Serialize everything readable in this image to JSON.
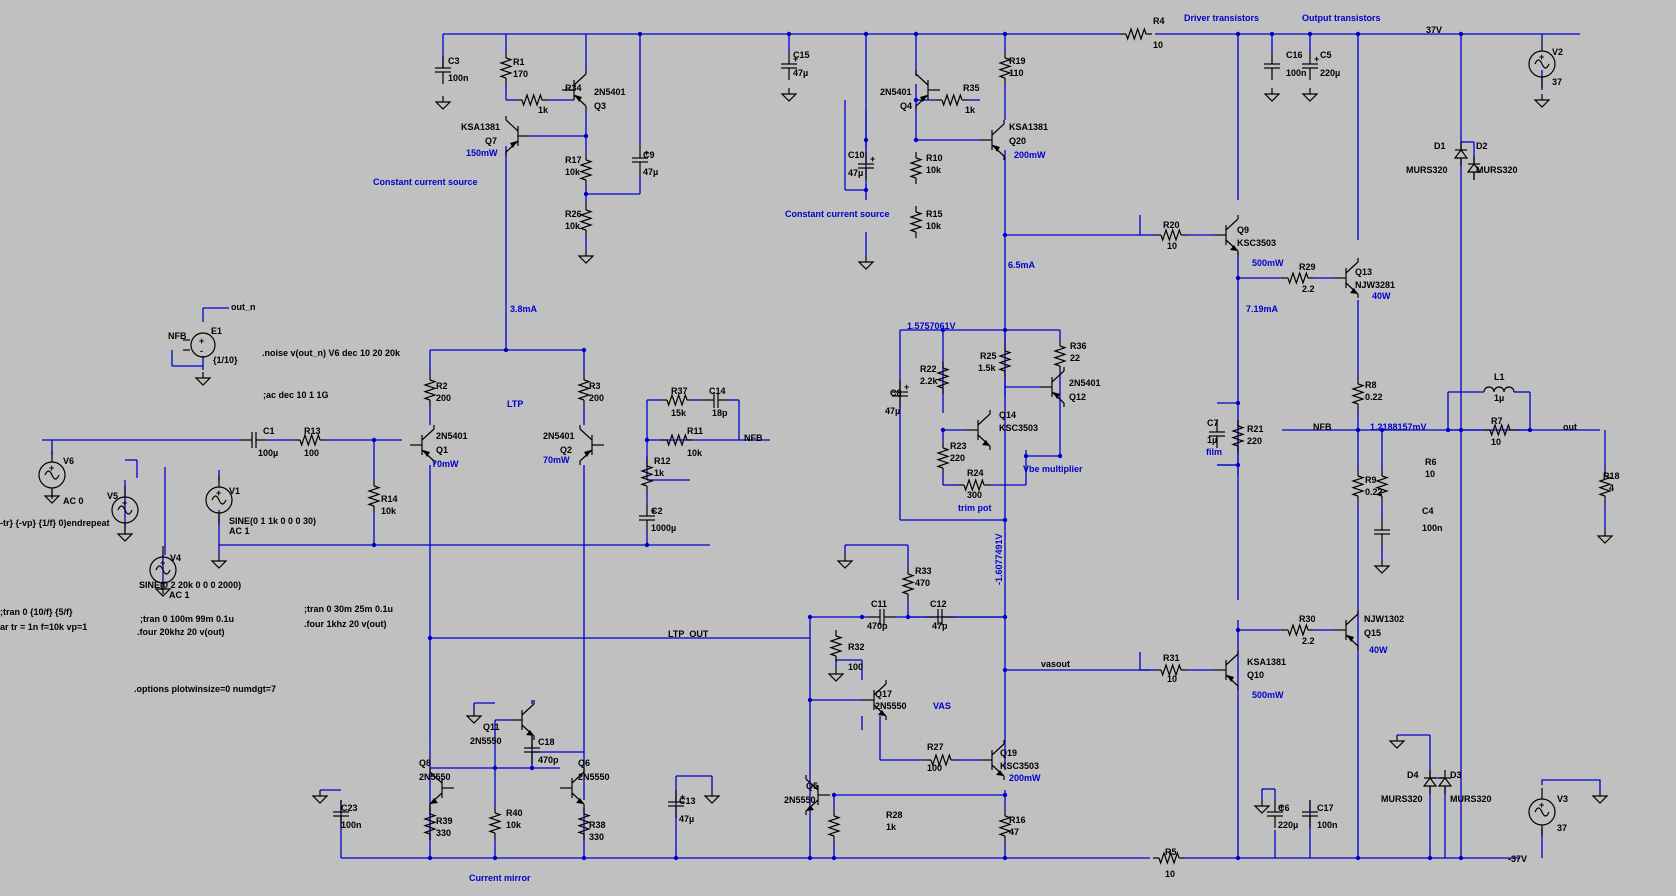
{
  "colors": {
    "background": "#c0c0c0",
    "wire": "#0000cc",
    "component": "#000000",
    "annotation": "#0000cc"
  },
  "labels": {
    "driver_transistors": "Driver transistors",
    "output_transistors": "Output transistors",
    "ccs1": "Constant current source",
    "ccs2": "Constant current source",
    "ltp": "LTP",
    "vas": "VAS",
    "vbe_mult": "Vbe multiplier",
    "trim_pot": "trim pot",
    "current_mirror": "Current mirror",
    "film": "film"
  },
  "nets": {
    "p37": "37V",
    "n37": "-37V",
    "out": "out",
    "out_n": "out_n",
    "nfb1": "NFB",
    "nfb2": "NFB",
    "nfb3": "NFB",
    "ltp_out": "LTP_OUT",
    "vasout": "vasout"
  },
  "measurements": {
    "i_ltp": "3.8mA",
    "i_vas": "6.5mA",
    "i_out": "7.19mA",
    "v_bias_top": "1.5757061V",
    "v_bias_bottom": "-1.6077491V",
    "v_out": "1.2188157mV"
  },
  "directives": {
    "noise": ".noise v(out_n) V6 dec 10 20 20k",
    "ac": ";ac dec 10 1 1G",
    "tran1": ";tran 0 100m 99m 0.1u",
    "four1": ".four 20khz 20 v(out)",
    "tran2": ";tran 0 30m 25m 0.1u",
    "four2": ".four 1khz 20 v(out)",
    "tran3": ";tran 0 {10/f} {5/f}",
    "param": "ar tr = 1n f=10k vp=1",
    "pulse": "-tr} {-vp} {1/f} 0)endrepeat",
    "options": ".options plotwinsize=0 numdgt=7"
  },
  "components": {
    "R1": {
      "name": "R1",
      "value": "170"
    },
    "R2": {
      "name": "R2",
      "value": "200"
    },
    "R3": {
      "name": "R3",
      "value": "200"
    },
    "R4": {
      "name": "R4",
      "value": "10"
    },
    "R5": {
      "name": "R5",
      "value": "10"
    },
    "R6": {
      "name": "R6",
      "value": "10"
    },
    "R7": {
      "name": "R7",
      "value": "10"
    },
    "R8": {
      "name": "R8",
      "value": "0.22"
    },
    "R9": {
      "name": "R9",
      "value": "0.22"
    },
    "R10": {
      "name": "R10",
      "value": "10k"
    },
    "R11": {
      "name": "R11",
      "value": "10k"
    },
    "R12": {
      "name": "R12",
      "value": "1k"
    },
    "R13": {
      "name": "R13",
      "value": "100"
    },
    "R14": {
      "name": "R14",
      "value": "10k"
    },
    "R15": {
      "name": "R15",
      "value": "10k"
    },
    "R16": {
      "name": "R16",
      "value": "47"
    },
    "R17": {
      "name": "R17",
      "value": "10k"
    },
    "R18": {
      "name": "R18",
      "value": "4"
    },
    "R19": {
      "name": "R19",
      "value": "110"
    },
    "R20": {
      "name": "R20",
      "value": "10"
    },
    "R21": {
      "name": "R21",
      "value": "220"
    },
    "R22": {
      "name": "R22",
      "value": "2.2k"
    },
    "R23": {
      "name": "R23",
      "value": "220"
    },
    "R24": {
      "name": "R24",
      "value": "300"
    },
    "R25": {
      "name": "R25",
      "value": "1.5k"
    },
    "R26": {
      "name": "R26",
      "value": "10k"
    },
    "R27": {
      "name": "R27",
      "value": "100"
    },
    "R28": {
      "name": "R28",
      "value": "1k"
    },
    "R29": {
      "name": "R29",
      "value": "2.2"
    },
    "R30": {
      "name": "R30",
      "value": "2.2"
    },
    "R31": {
      "name": "R31",
      "value": "10"
    },
    "R32": {
      "name": "R32",
      "value": "100"
    },
    "R33": {
      "name": "R33",
      "value": "470"
    },
    "R34": {
      "name": "R34",
      "value": "1k"
    },
    "R35": {
      "name": "R35",
      "value": "1k"
    },
    "R36": {
      "name": "R36",
      "value": "22"
    },
    "R37": {
      "name": "R37",
      "value": "15k"
    },
    "R38": {
      "name": "R38",
      "value": "330"
    },
    "R39": {
      "name": "R39",
      "value": "330"
    },
    "R40": {
      "name": "R40",
      "value": "10k"
    },
    "C1": {
      "name": "C1",
      "value": "100µ"
    },
    "C2": {
      "name": "C2",
      "value": "1000µ"
    },
    "C3": {
      "name": "C3",
      "value": "100n"
    },
    "C4": {
      "name": "C4",
      "value": "100n"
    },
    "C5": {
      "name": "C5",
      "value": "220µ"
    },
    "C6": {
      "name": "C6",
      "value": "220µ"
    },
    "C7": {
      "name": "C7",
      "value": "1µ"
    },
    "C8": {
      "name": "C8",
      "value": "47µ"
    },
    "C9": {
      "name": "C9",
      "value": "47µ"
    },
    "C10": {
      "name": "C10",
      "value": "47µ"
    },
    "C11": {
      "name": "C11",
      "value": "470p"
    },
    "C12": {
      "name": "C12",
      "value": "47p"
    },
    "C13": {
      "name": "C13",
      "value": "47µ"
    },
    "C14": {
      "name": "C14",
      "value": "18p"
    },
    "C15": {
      "name": "C15",
      "value": "47µ"
    },
    "C16": {
      "name": "C16",
      "value": "100n"
    },
    "C17": {
      "name": "C17",
      "value": "100n"
    },
    "C18": {
      "name": "C18",
      "value": "470p"
    },
    "C23": {
      "name": "C23",
      "value": "100n"
    },
    "L1": {
      "name": "L1",
      "value": "1µ"
    },
    "D1": {
      "name": "D1",
      "value": "MURS320"
    },
    "D2": {
      "name": "D2",
      "value": "MURS320"
    },
    "D3": {
      "name": "D3",
      "value": "MURS320"
    },
    "D4": {
      "name": "D4",
      "value": "MURS320"
    },
    "Q1": {
      "name": "Q1",
      "model": "2N5401",
      "power": "70mW"
    },
    "Q2": {
      "name": "Q2",
      "model": "2N5401",
      "power": "70mW"
    },
    "Q3": {
      "name": "Q3",
      "model": "2N5401"
    },
    "Q4": {
      "name": "Q4",
      "model": "2N5401"
    },
    "Q5": {
      "name": "Q5",
      "model": "2N5550"
    },
    "Q6": {
      "name": "Q6",
      "model": "2N5550"
    },
    "Q7": {
      "name": "Q7",
      "model": "KSA1381",
      "power": "150mW"
    },
    "Q8": {
      "name": "Q8",
      "model": "2N5550"
    },
    "Q9": {
      "name": "Q9",
      "model": "KSC3503",
      "power": "500mW"
    },
    "Q10": {
      "name": "Q10",
      "model": "KSA1381",
      "power": "500mW"
    },
    "Q11": {
      "name": "Q11",
      "model": "2N5550"
    },
    "Q12": {
      "name": "Q12",
      "model": "2N5401"
    },
    "Q13": {
      "name": "Q13",
      "model": "NJW3281",
      "power": "40W"
    },
    "Q14": {
      "name": "Q14",
      "model": "KSC3503"
    },
    "Q15": {
      "name": "Q15",
      "model": "NJW1302",
      "power": "40W"
    },
    "Q17": {
      "name": "Q17",
      "model": "2N5550"
    },
    "Q19": {
      "name": "Q19",
      "model": "KSC3503",
      "power": "200mW"
    },
    "Q20": {
      "name": "Q20",
      "model": "KSA1381",
      "power": "200mW"
    },
    "V1": {
      "name": "V1",
      "spec": "SINE(0 1 1k 0 0 0 30)",
      "ac": "AC 1"
    },
    "V2": {
      "name": "V2",
      "value": "37"
    },
    "V3": {
      "name": "V3",
      "value": "37"
    },
    "V4": {
      "name": "V4",
      "spec": "SINE(0 2 20k 0 0 0 2000)",
      "ac": "AC 1"
    },
    "V5": {
      "name": "V5"
    },
    "V6": {
      "name": "V6",
      "ac": "AC 0"
    },
    "E1": {
      "name": "E1",
      "gain": "{1/10}"
    }
  }
}
